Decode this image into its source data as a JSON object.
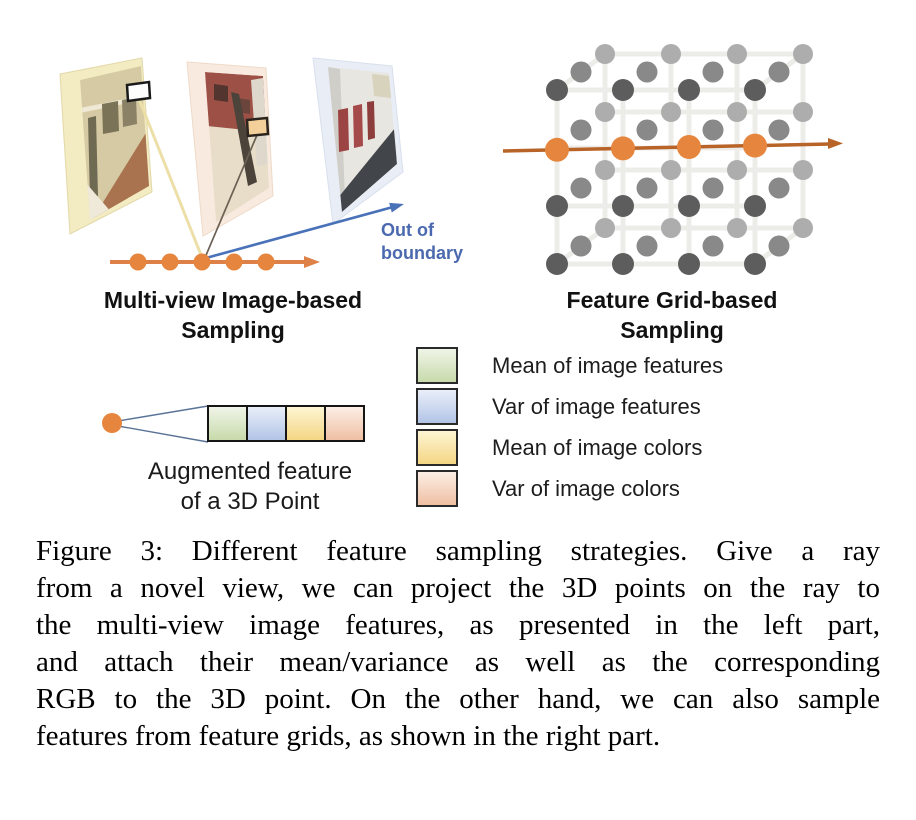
{
  "figure": {
    "left": {
      "title_line1": "Multi-view Image-based",
      "title_line2": "Sampling",
      "out_of_boundary_line1": "Out of",
      "out_of_boundary_line2": "boundary"
    },
    "right": {
      "title_line1": "Feature Grid-based",
      "title_line2": "Sampling",
      "grid": {
        "front_cols": [
          97,
          163,
          229,
          295
        ],
        "front_rows": [
          90,
          148,
          206,
          264
        ],
        "layer_offsets": [
          [
            0,
            0
          ],
          [
            24,
            -18
          ],
          [
            48,
            -36
          ]
        ],
        "layer_colors": [
          "#5d5d5d",
          "#898989",
          "#adadad"
        ],
        "layer_radii": [
          11,
          10.5,
          10
        ],
        "ray_row_index": 1,
        "line_color": "#ecece9",
        "line_width": 5
      }
    },
    "augmented": {
      "label_line1": "Augmented feature",
      "label_line2": "of a 3D Point"
    },
    "legend": {
      "items": [
        {
          "key": "mean_features",
          "label": "Mean of image features"
        },
        {
          "key": "var_features",
          "label": "Var of image features"
        },
        {
          "key": "mean_colors",
          "label": "Mean of image colors"
        },
        {
          "key": "var_colors",
          "label": "Var of image colors"
        }
      ]
    }
  },
  "swatches": {
    "mean_features": {
      "top": "#f0f5e8",
      "bottom": "#c8daab"
    },
    "var_features": {
      "top": "#e9eff9",
      "bottom": "#b2c4e6"
    },
    "mean_colors": {
      "top": "#fdf5d2",
      "bottom": "#f5d684"
    },
    "var_colors": {
      "top": "#fcefe6",
      "bottom": "#efbfa2"
    }
  },
  "colors": {
    "ray_left": "#dd8148",
    "ray_right": "#b86327",
    "sample_dot": "#e6863e",
    "arrow_blue": "#4a72b8",
    "out_text": "#4a69ae",
    "proj_line_yellow": "#ece0a8",
    "proj_line_dark": "#6b6054",
    "cone_line": "#5a7396"
  },
  "caption": {
    "lines": [
      "Figure 3: Different feature sampling strategies. Give a ray",
      "from a novel view, we can project the 3D points on the ray to",
      "the multi-view image features, as presented in the left part,",
      "and attach their mean/variance as well as the corresponding",
      "RGB to the 3D point. On the other hand, we can also sample",
      "features from feature grids, as shown in the right part."
    ]
  }
}
